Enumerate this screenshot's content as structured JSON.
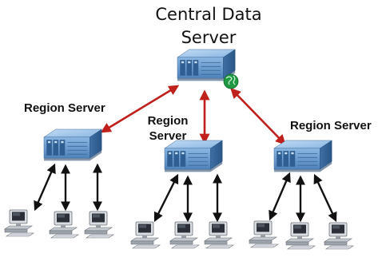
{
  "title": {
    "line1": "Central Data",
    "line2": "Server"
  },
  "regions": [
    {
      "label": "Region Server"
    },
    {
      "label_line1": "Region",
      "label_line2": "Server"
    },
    {
      "label": "Region Server"
    }
  ],
  "colors": {
    "server_link": "#c0201c",
    "client_link": "#111111",
    "server_body": "#6d9fd0",
    "server_top": "#9cc3e8",
    "server_dark": "#2f5f92",
    "globe": "#1f9a43"
  },
  "icons": {
    "server": "rack-server-icon",
    "client": "desktop-computer-icon",
    "globe": "globe-icon"
  }
}
